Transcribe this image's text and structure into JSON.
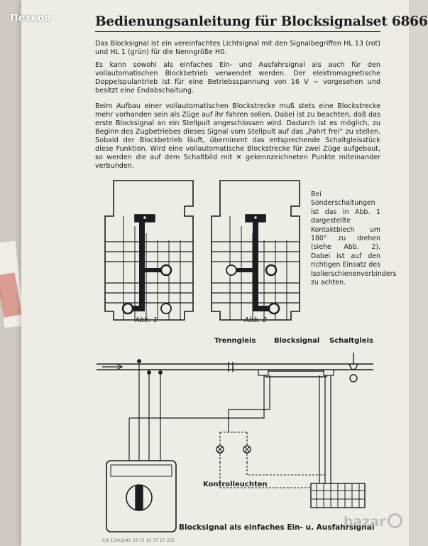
{
  "watermark": {
    "user": "Петков"
  },
  "document": {
    "title": "Bedienungsanleitung für Blocksignalset 6866",
    "paragraphs": [
      "Das Blocksignal ist ein vereinfachtes Lichtsignal mit den Signalbegriffen HL 13 (rot) und HL 1 (grün) für die Nenngröße H0.",
      "Es kann sowohl als einfaches Ein- und Ausfahrsignal als auch für den vollautomatischen Blockbetrieb verwendet werden. Der elektromagnetische Doppelspulantrieb ist für eine Betriebsspannung von 16 V ∼ vorgesehen und besitzt eine Endabschaltung.",
      "Beim Aufbau einer vollautomatischen Blockstrecke muß stets eine Blockstrecke mehr vorhanden sein als Züge auf ihr fahren sollen. Dabei ist zu beachten, daß das erste Blocksignal an ein Stellpult angeschlossen wird. Dadurch ist es möglich, zu Beginn des Zugbetriebes dieses Signal vom Stellpult auf das „Fahrt frei“ zu stellen. Sobald der Blockbetrieb läuft, übernimmt das entsprechende Schaltgleisstück diese Funktion. Wird eine vollautomatische Blockstrecke für zwei Züge aufgebaut, so werden die auf dem Schaltbild mit ✕ gekennzeichneten Punkte miteinander verbunden."
    ],
    "side_note": "Bei Sonderschaltungen ist das in Abb. 1 dargestellte Kontaktblech um 180° zu drehen (siehe Abb. 2). Dabei ist auf den richtigen Einsatz des Isolierschienenverbinders zu achten.",
    "figures": {
      "fig1": "Abb. 1",
      "fig2": "Abb. 2"
    },
    "circuit_labels": {
      "trenngleis": "Trenngleis",
      "blocksignal": "Blocksignal",
      "schaltgleis": "Schaltgleis",
      "kontrollleuchten": "Kontrolleuchten"
    },
    "caption": "Blocksignal als einfaches Ein- u. Ausfahrsignal",
    "print_code": "C/II 1/24/2/41 33 15 1C 37 27 252"
  },
  "logo": {
    "text": "bazar"
  },
  "colors": {
    "ink": "#1d1d1f",
    "paper": "#efece6",
    "background": "#d8d4cc"
  }
}
